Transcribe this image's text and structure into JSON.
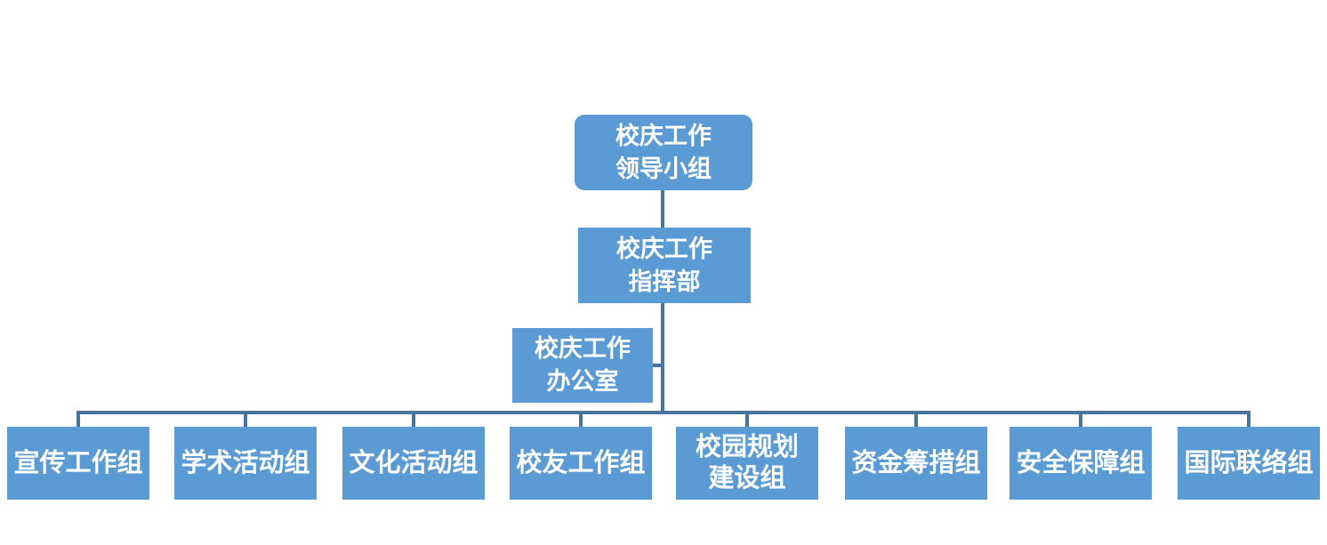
{
  "diagram": {
    "type": "org-chart",
    "nodes": {
      "level1": "校庆工作\n领导小组",
      "level2": "校庆工作\n指挥部",
      "office": "校庆工作\n办公室",
      "groups": [
        "宣传工作组",
        "学术活动组",
        "文化活动组",
        "校友工作组",
        "校园规划\n建设组",
        "资金筹措组",
        "安全保障组",
        "国际联络组"
      ]
    },
    "colors": {
      "node_fill": "#5B9BD5",
      "connector": "#47739E",
      "text": "#FFFFFF",
      "background": "#FFFFFF"
    }
  }
}
